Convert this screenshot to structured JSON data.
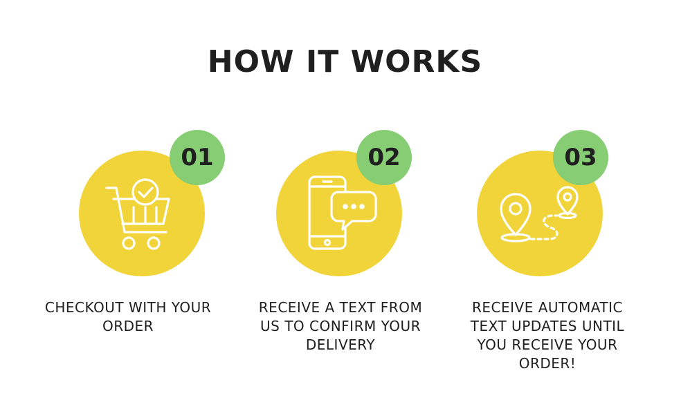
{
  "page": {
    "title": "HOW IT WORKS"
  },
  "colors": {
    "circle": "#F0D43A",
    "badge": "#86CD74",
    "icon_stroke": "#ffffff",
    "text": "#1f1f1f"
  },
  "steps": [
    {
      "number": "01",
      "icon": "shopping-cart-check-icon",
      "text": "CHECKOUT WITH YOUR ORDER"
    },
    {
      "number": "02",
      "icon": "phone-chat-icon",
      "text": "RECEIVE A TEXT FROM US TO CONFIRM YOUR DELIVERY"
    },
    {
      "number": "03",
      "icon": "map-route-pins-icon",
      "text": "RECEIVE AUTOMATIC TEXT UPDATES UNTIL YOU RECEIVE YOUR ORDER!"
    }
  ]
}
